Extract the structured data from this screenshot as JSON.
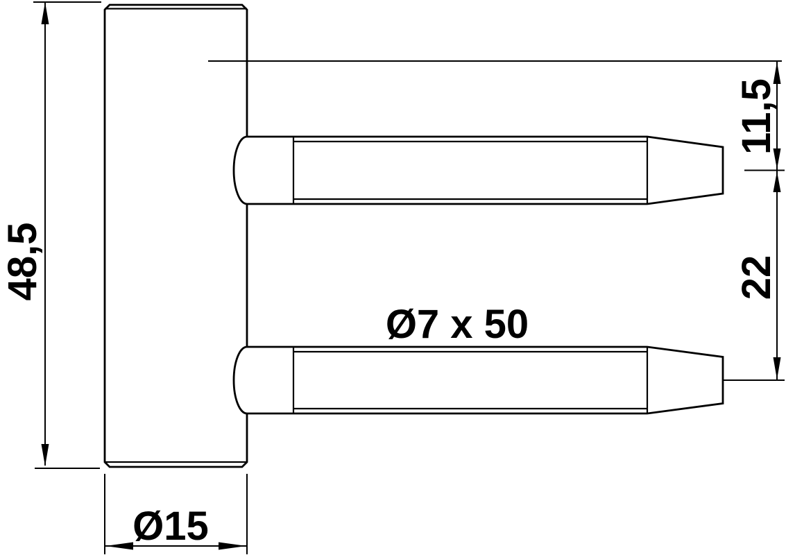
{
  "drawing": {
    "type": "technical-dimension-drawing",
    "subject": "hinge body with two drill-in pins, side view",
    "background_color": "#ffffff",
    "line_color": "#000000",
    "dimensions": {
      "body_height": "48,5",
      "body_diameter": "Ø15",
      "pin_spec": "Ø7 x 50",
      "pin_top_offset": "11,5",
      "pin_spacing": "22"
    }
  }
}
